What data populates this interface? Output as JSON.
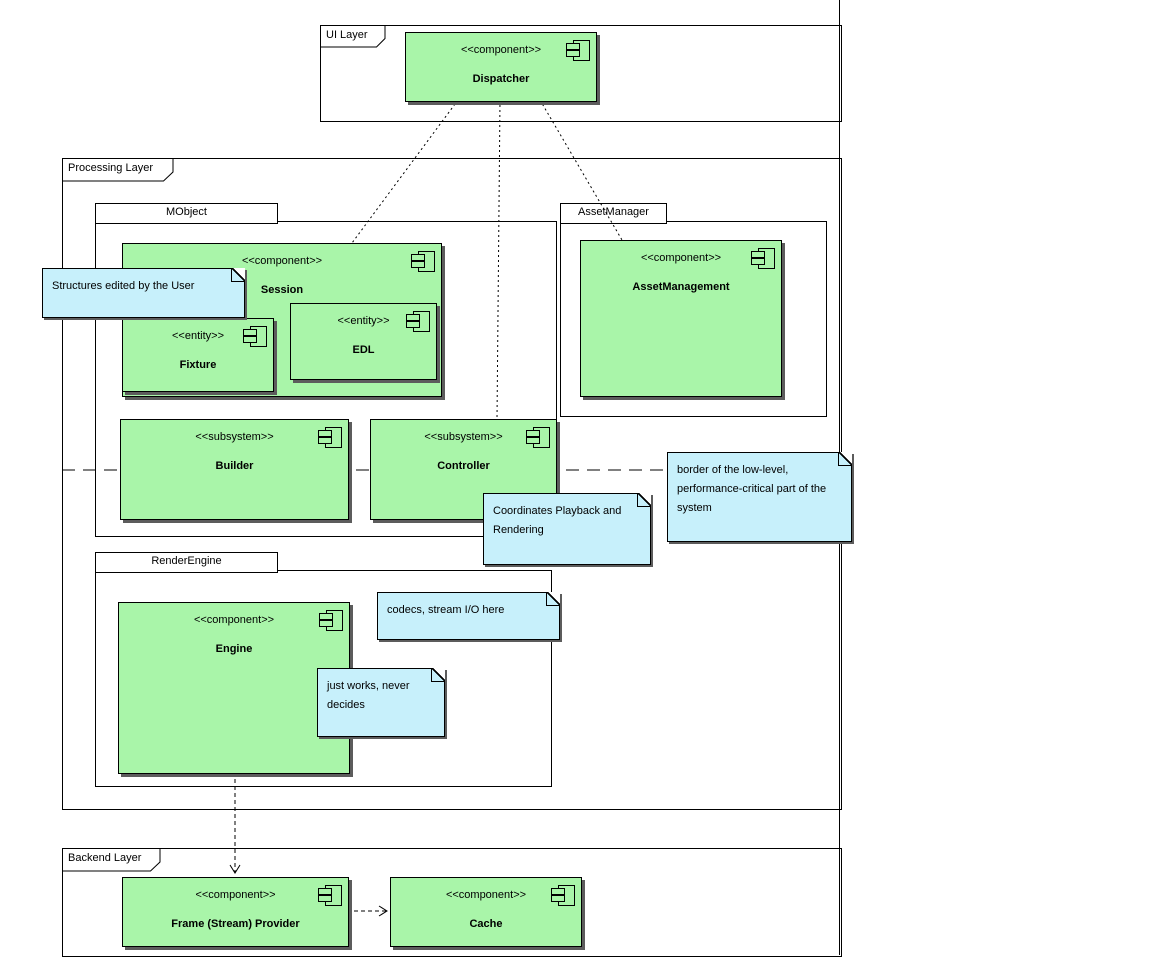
{
  "frames": {
    "ui": {
      "label": "UI Layer"
    },
    "processing": {
      "label": "Processing Layer"
    },
    "backend": {
      "label": "Backend Layer"
    }
  },
  "packages": {
    "mobject": {
      "label": "MObject"
    },
    "assetmanager": {
      "label": "AssetManager"
    },
    "renderengine": {
      "label": "RenderEngine"
    }
  },
  "components": {
    "dispatcher": {
      "stereotype": "<<component>>",
      "name": "Dispatcher"
    },
    "session": {
      "stereotype": "<<component>>",
      "name": "Session"
    },
    "fixture": {
      "stereotype": "<<entity>>",
      "name": "Fixture"
    },
    "edl": {
      "stereotype": "<<entity>>",
      "name": "EDL"
    },
    "builder": {
      "stereotype": "<<subsystem>>",
      "name": "Builder"
    },
    "controller": {
      "stereotype": "<<subsystem>>",
      "name": "Controller"
    },
    "assetmanagement": {
      "stereotype": "<<component>>",
      "name": "AssetManagement"
    },
    "engine": {
      "stereotype": "<<component>>",
      "name": "Engine"
    },
    "frameprovider": {
      "stereotype": "<<component>>",
      "name": "Frame (Stream) Provider"
    },
    "cache": {
      "stereotype": "<<component>>",
      "name": "Cache"
    }
  },
  "notes": {
    "structures": {
      "text": "Structures edited by the User"
    },
    "coordinates": {
      "text": "Coordinates Playback and Rendering"
    },
    "lowlevel": {
      "text": "border of the low-level, performance-critical part of the system"
    },
    "codecs": {
      "text": "codecs, stream I/O here"
    },
    "justworks": {
      "text": "just works, never decides"
    }
  },
  "colors": {
    "component_fill": "#a9f5a9",
    "note_fill": "#c7f0fb",
    "shadow": "#5c5c5c",
    "line": "#000000"
  }
}
